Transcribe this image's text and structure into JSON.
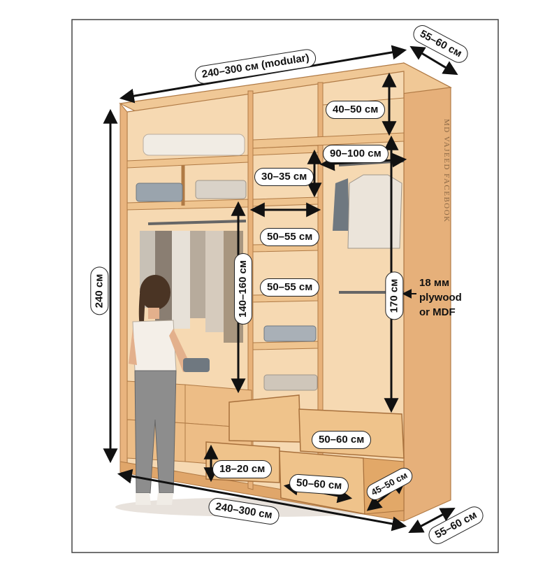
{
  "labels": {
    "overall_width_top": "240–300 см (modular)",
    "depth_top": "55–60 см",
    "height_total": "240 см",
    "upper_shelf": "40–50 см",
    "upper_rail_width": "90–100 см",
    "small_shelf": "30–35 см",
    "mid_shelf_1": "50–55 см",
    "mid_shelf_2": "50–55 см",
    "hanging_left": "140–160 см",
    "hanging_right": "170 см",
    "material_line1": "18 мм",
    "material_line2": "plywood",
    "material_line3": "or MDF",
    "drawer_right_upper": "50–60 см",
    "drawer_left_height": "18–20 см",
    "drawer_bottom_width": "50–60 см",
    "drawer_depth": "45–50 см",
    "overall_width_bottom": "240–300 см",
    "depth_bottom": "55–60 см"
  },
  "watermark": "MD VAJEED FACEBOOK",
  "colors": {
    "wood_light": "#f2c994",
    "wood_mid": "#e3ad72",
    "wood_dark": "#c98a4e",
    "interior": "#f6d9b2",
    "arrow": "#111111",
    "frame": "#444444"
  }
}
